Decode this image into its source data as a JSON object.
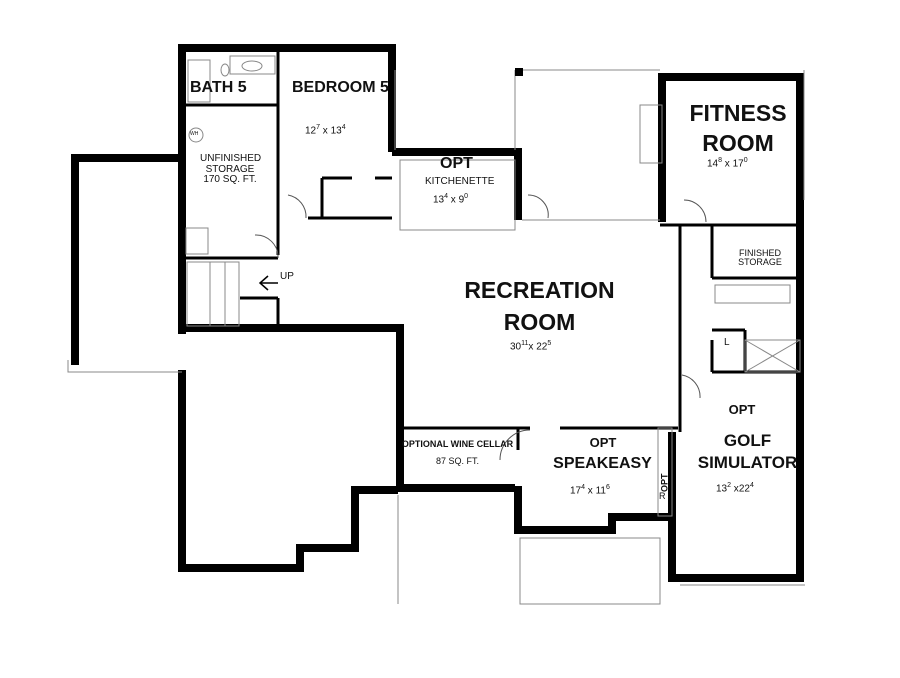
{
  "rooms": {
    "bath5": {
      "name": "BATH 5"
    },
    "bedroom5": {
      "name": "BEDROOM 5",
      "dim_a": "12",
      "dim_a_sup": "7",
      "dim_b": "13",
      "dim_b_sup": "4"
    },
    "storage": {
      "name1": "UNFINISHED",
      "name2": "STORAGE",
      "area": "170 SQ. FT.",
      "wh": "WH"
    },
    "kitchenette": {
      "opt": "OPT",
      "name": "KITCHENETTE",
      "dim_a": "13",
      "dim_a_sup": "4",
      "dim_b": "9",
      "dim_b_sup": "0"
    },
    "stairs": {
      "up": "UP"
    },
    "recreation": {
      "name1": "RECREATION",
      "name2": "ROOM",
      "dim_a": "30",
      "dim_a_sup": "11",
      "dim_b": "22",
      "dim_b_sup": "5"
    },
    "fitness": {
      "name1": "FITNESS",
      "name2": "ROOM",
      "dim_a": "14",
      "dim_a_sup": "8",
      "dim_b": "17",
      "dim_b_sup": "0"
    },
    "finished_storage": {
      "name1": "FINISHED",
      "name2": "STORAGE"
    },
    "laundry": {
      "label": "L"
    },
    "golf": {
      "opt": "OPT",
      "name1": "GOLF",
      "name2": "SIMULATOR",
      "dim_a": "13",
      "dim_a_sup": "2",
      "dim_b": "22",
      "dim_b_sup": "4"
    },
    "wine": {
      "name": "OPTIONAL WINE CELLAR",
      "area": "87 SQ. FT."
    },
    "speakeasy": {
      "opt": "OPT",
      "name": "SPEAKEASY",
      "dim_a": "17",
      "dim_a_sup": "4",
      "dim_b": "11",
      "dim_b_sup": "6"
    },
    "fridge": {
      "opt": "OPT",
      "r": "R"
    }
  }
}
